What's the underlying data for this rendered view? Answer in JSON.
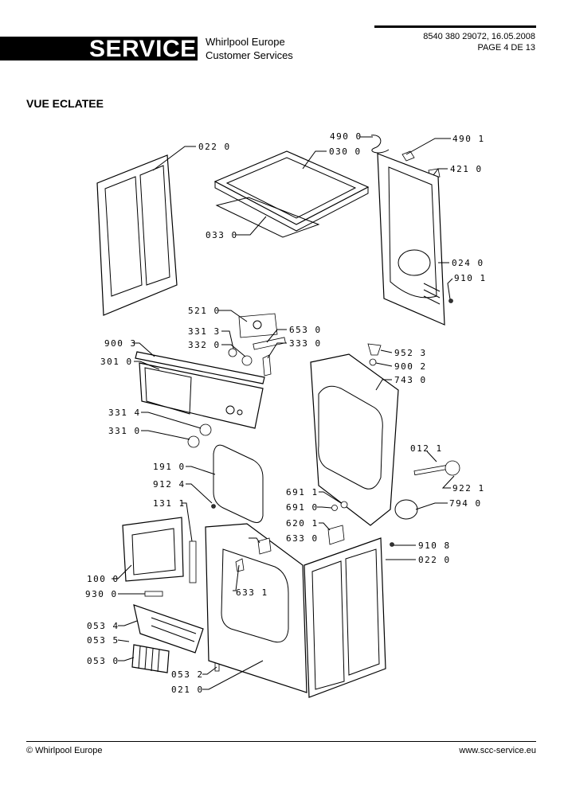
{
  "header": {
    "service_label": "SERVICE",
    "company_line1": "Whirlpool Europe",
    "company_line2": "Customer Services",
    "doc_ref": "8540 380 29072, 16.05.2008",
    "page": "PAGE 4 DE 13"
  },
  "title": "VUE ECLATEE",
  "labels": {
    "l0220a": "022 0",
    "l4900": "490 0",
    "l0300": "030 0",
    "l4901": "490 1",
    "l4210": "421 0",
    "l0330": "033 0",
    "l0240": "024 0",
    "l9101": "910 1",
    "l5210": "521 0",
    "l3313": "331 3",
    "l3320": "332 0",
    "l6530": "653 0",
    "l3330": "333 0",
    "l9003": "900 3",
    "l3010": "301 0",
    "l9523": "952 3",
    "l9002": "900 2",
    "l7430": "743 0",
    "l3314": "331 4",
    "l3310": "331 0",
    "l0121": "012 1",
    "l1910": "191 0",
    "l9124": "912 4",
    "l9221": "922 1",
    "l1311": "131 1",
    "l6911": "691 1",
    "l6910": "691 0",
    "l7940": "794 0",
    "l6201": "620 1",
    "l6330": "633 0",
    "l9108": "910 8",
    "l0220b": "022 0",
    "l1000": "100 0",
    "l6331": "633 1",
    "l9300": "930 0",
    "l0534": "053 4",
    "l0535": "053 5",
    "l0530": "053 0",
    "l0532": "053 2",
    "l0210": "021 0"
  },
  "footer": {
    "left": "© Whirlpool Europe",
    "right": "www.scc-service.eu"
  }
}
